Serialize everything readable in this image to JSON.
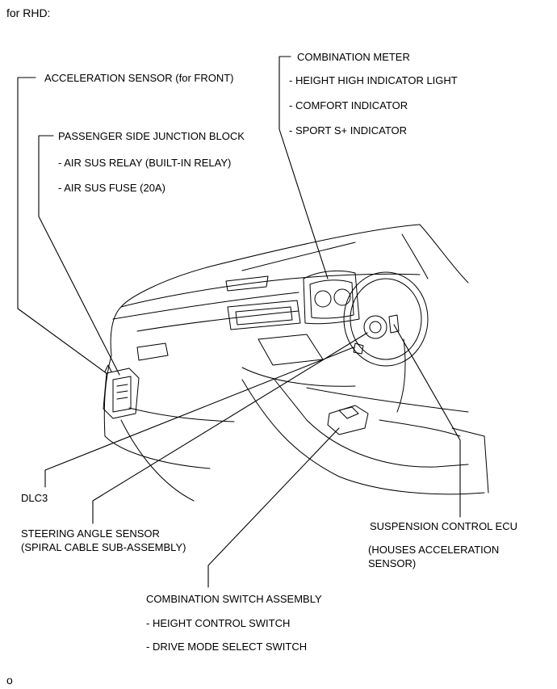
{
  "header": "for RHD:",
  "footer": "o",
  "labels": {
    "acceleration_sensor": "ACCELERATION SENSOR (for FRONT)",
    "junction_block": "PASSENGER SIDE JUNCTION BLOCK",
    "air_sus_relay": "- AIR SUS RELAY (BUILT-IN RELAY)",
    "air_sus_fuse": "- AIR SUS FUSE (20A)",
    "combination_meter": "COMBINATION METER",
    "height_high_indicator": "- HEIGHT HIGH INDICATOR LIGHT",
    "comfort_indicator": "- COMFORT INDICATOR",
    "sport_indicator": "- SPORT S+ INDICATOR",
    "dlc3": "DLC3",
    "steering_angle_sensor": "STEERING ANGLE SENSOR",
    "spiral_cable": "(SPIRAL CABLE SUB-ASSEMBLY)",
    "suspension_ecu": "SUSPENSION CONTROL ECU",
    "houses_accel": "(HOUSES ACCELERATION",
    "sensor_close": "SENSOR)",
    "combination_switch": "COMBINATION SWITCH ASSEMBLY",
    "height_control_switch": "- HEIGHT CONTROL SWITCH",
    "drive_mode_switch": "- DRIVE MODE SELECT SWITCH"
  }
}
